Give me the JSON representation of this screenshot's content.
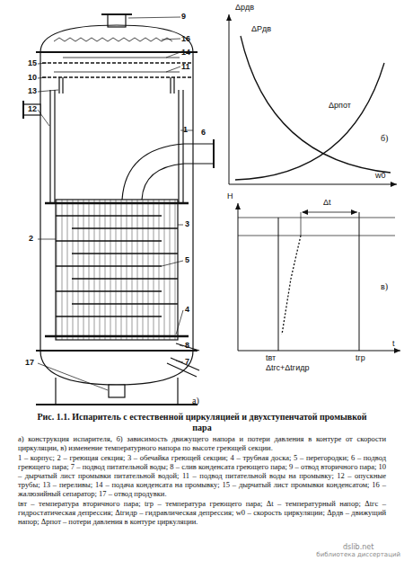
{
  "diagram": {
    "caption": "Рис. 1.1. Испаритель с естественной циркуляцией и двухступенчатой промывкой пара",
    "labels": [
      "9",
      "16",
      "14",
      "15",
      "11",
      "10",
      "13",
      "12",
      "1",
      "6",
      "2",
      "3",
      "5",
      "4",
      "8",
      "7",
      "17",
      "а)",
      "Δpдв",
      "ΔPдв",
      "Δpпот",
      "б)",
      "w0",
      "H",
      "Δt",
      "в)",
      "tвт",
      "tгр",
      "Δtгс+Δtгидр",
      "t",
      "а) конструкция испарителя, б) зависимость движущего напора и потери давления в контуре от скорости циркуляции, в) изменение температурного напора по высоте греющей секции.",
      "1 – корпус; 2 – греющая секция; 3 – обечайка греющей секции; 4 – трубная доска; 5 – перегородки; 6 – подвод греющего пара; 7 – подвод питательной воды; 8 – слив конденсата греющего пара; 9 – отвод вторичного пара; 10 – дырчатый лист промывки питательной водой; 11 – подвод питательной воды на промывку; 12 – опускные трубы; 13 – переливы; 14 – подача конденсата на промывку; 15 – дырчатый лист промывки конденсатом; 16 – жалюзийный сепаратор; 17 – отвод продувки.",
      "tвт – температура вторичного пара; tгр – температура греющего пара; Δt – температурный напор; Δtгс – гидростатическая депрессия; Δtгидр – гидравлическая депрессия; w0 – скорость циркуляции; Δpдв – движущий напор; Δpпот – потери давления в контуре циркуляции.",
      "dslib.net",
      "библиотека диссертаций"
    ]
  }
}
